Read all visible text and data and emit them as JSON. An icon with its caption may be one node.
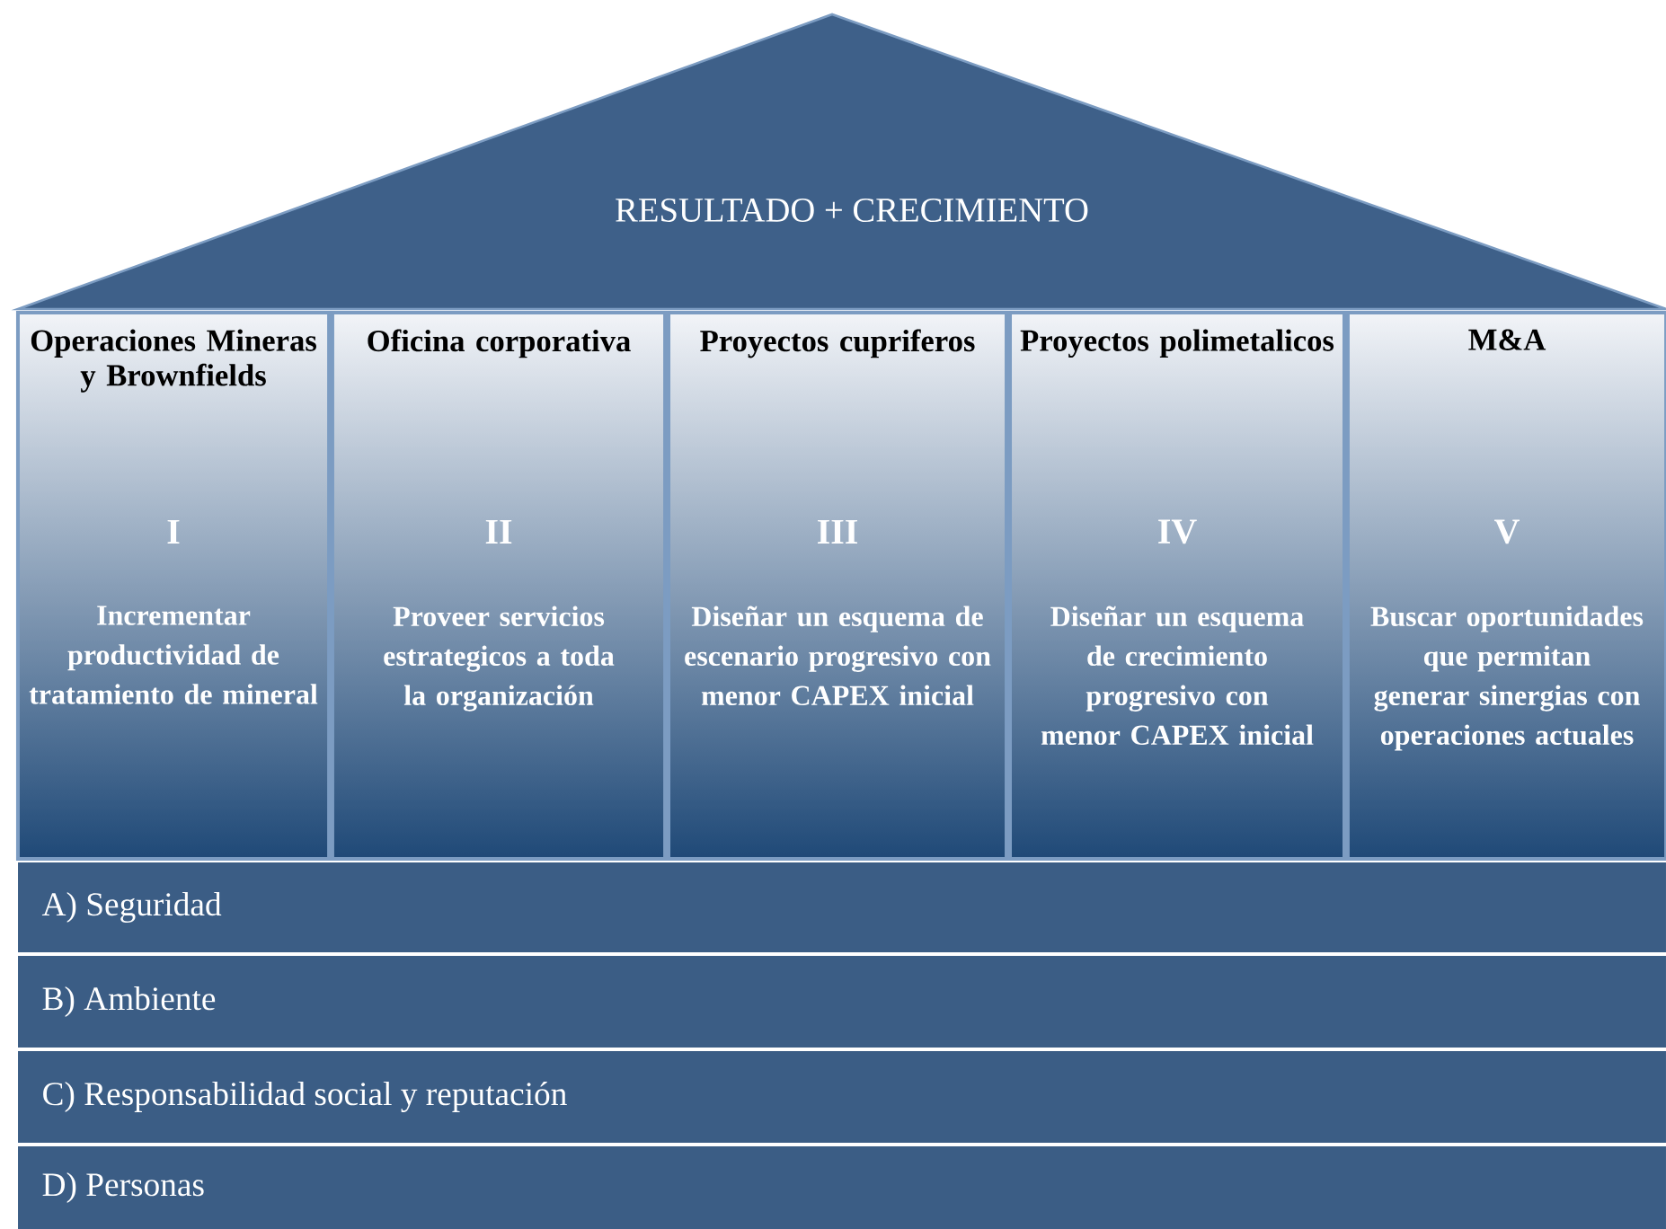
{
  "diagram": {
    "nodes": [
      {
        "text": [
          "RESULTADO + CRECIMIENTO"
        ]
      },
      {
        "text": [
          "Operaciones Mineras y Brownfields",
          "I",
          "Incrementar productividad de tratamiento de mineral"
        ]
      },
      {
        "text": [
          "Oficina corporativa",
          "II",
          "Proveer servicios estrategicos a toda la organización"
        ]
      },
      {
        "text": [
          "Proyectos cupriferos",
          "III",
          "Diseñar un esquema de escenario progresivo con menor CAPEX inicial"
        ]
      },
      {
        "text": [
          "Proyectos polimetalicos",
          "IV",
          "Diseñar un esquema de crecimiento progresivo con menor CAPEX inicial"
        ]
      },
      {
        "text": [
          "M&A",
          "V",
          "Buscar oportunidades que permitan generar sinergias con operaciones actuales"
        ]
      },
      {
        "text": [
          "A) Seguridad"
        ]
      },
      {
        "text": [
          "B) Ambiente"
        ]
      },
      {
        "text": [
          "C) Responsabilidad social y reputación"
        ]
      },
      {
        "text": [
          "D) Personas"
        ]
      }
    ]
  }
}
